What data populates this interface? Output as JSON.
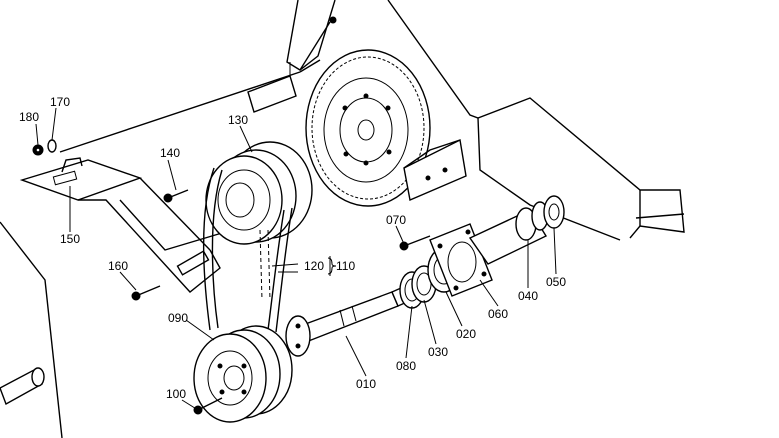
{
  "diagram": {
    "callouts": {
      "p010": "010",
      "p020": "020",
      "p030": "030",
      "p040": "040",
      "p050": "050",
      "p060": "060",
      "p070": "070",
      "p080": "080",
      "p090": "090",
      "p100": "100",
      "p110": "110",
      "p120": "120",
      "p130": "130",
      "p140": "140",
      "p150": "150",
      "p160": "160",
      "p170": "170",
      "p180": "180"
    }
  }
}
